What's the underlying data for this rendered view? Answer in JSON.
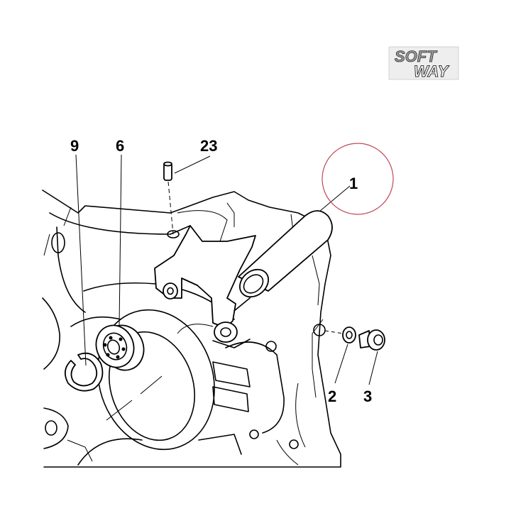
{
  "logo": {
    "line1": "SOFT",
    "line2": "WAY",
    "ink_color": "#333333",
    "shade_color": "#9a9a9a"
  },
  "callouts": [
    {
      "id": "callout-1",
      "label": "1"
    },
    {
      "id": "callout-2",
      "label": "2"
    },
    {
      "id": "callout-3",
      "label": "3"
    },
    {
      "id": "callout-6",
      "label": "6"
    },
    {
      "id": "callout-9",
      "label": "9"
    },
    {
      "id": "callout-23",
      "label": "23"
    }
  ],
  "highlight": {
    "shape": "circle",
    "color": "#c0485a",
    "target": "1"
  },
  "colors": {
    "ink": "#000000",
    "background": "#ffffff"
  }
}
